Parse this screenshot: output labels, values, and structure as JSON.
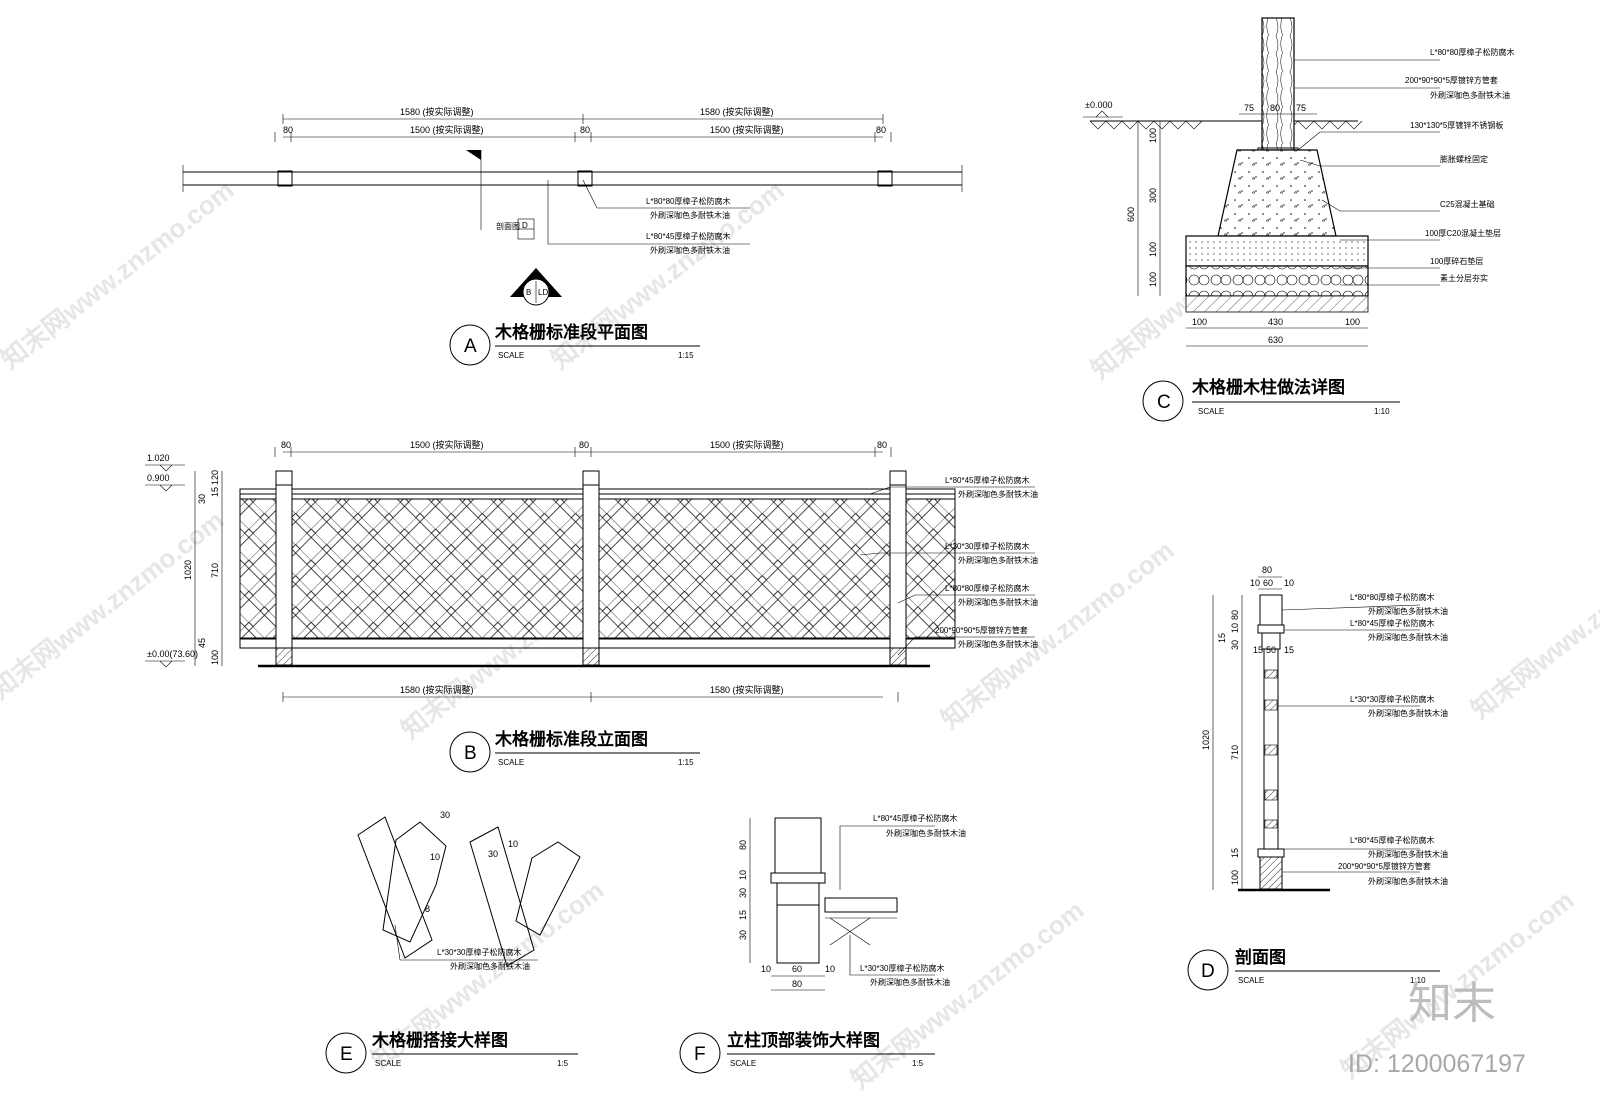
{
  "views": {
    "A": {
      "tag": "A",
      "title": "木格栅标准段平面图",
      "scale_label": "SCALE",
      "scale": "1:15"
    },
    "B": {
      "tag": "B",
      "title": "木格栅标准段立面图",
      "scale_label": "SCALE",
      "scale": "1:15"
    },
    "C": {
      "tag": "C",
      "title": "木格栅木柱做法详图",
      "scale_label": "SCALE",
      "scale": "1:10"
    },
    "D": {
      "tag": "D",
      "title": "剖面图",
      "scale_label": "SCALE",
      "scale": "1:10"
    },
    "E": {
      "tag": "E",
      "title": "木格栅搭接大样图",
      "scale_label": "SCALE",
      "scale": "1:5"
    },
    "F": {
      "tag": "F",
      "title": "立柱顶部装饰大样图",
      "scale_label": "SCALE",
      "scale": "1:5"
    }
  },
  "plan": {
    "dim_1580": "1580 (按实际调整)",
    "dim_1500": "1500 (按实际调整)",
    "dim_80": "80",
    "note1": "L*80*80厚樟子松防腐木",
    "note1b": "外刷深咖色多耐铁木油",
    "note2": "L*80*45厚樟子松防腐木",
    "note2b": "外刷深咖色多耐铁木油",
    "section_ref": "剖面图",
    "section_letter": "D",
    "symbol_left": "B",
    "symbol_right": "LD"
  },
  "elevation": {
    "lvl_top": "1.020",
    "lvl_mid": "0.900",
    "lvl_ground": "±0.00(73.60)",
    "v_dims": [
      "120",
      "15",
      "30",
      "710",
      "45",
      "100"
    ],
    "v_total": "1020",
    "notes": [
      "L*80*45厚樟子松防腐木",
      "外刷深咖色多耐铁木油",
      "L*30*30厚樟子松防腐木",
      "外刷深咖色多耐铁木油",
      "L*80*80厚樟子松防腐木",
      "外刷深咖色多耐铁木油",
      "200*90*90*5厚镀锌方管套",
      "外刷深咖色多耐铁木油"
    ]
  },
  "post_detail": {
    "level": "±0.000",
    "dims_top": [
      "75",
      "80",
      "75"
    ],
    "dims_v": [
      "100",
      "300",
      "600",
      "100",
      "100"
    ],
    "dims_bottom": [
      "100",
      "430",
      "100",
      "630"
    ],
    "notes": [
      "L*80*80厚樟子松防腐木",
      "200*90*90*5厚镀锌方管套",
      "外刷深咖色多耐铁木油",
      "130*130*5厚镀锌不锈钢板",
      "膨胀螺栓固定",
      "C25混凝土基础",
      "100厚C20混凝土垫层",
      "100厚碎石垫层",
      "素土分层夯实"
    ]
  },
  "section": {
    "dims_top": [
      "80",
      "10",
      "60",
      "10"
    ],
    "dims_v": [
      "80",
      "10",
      "15",
      "30",
      "710",
      "15",
      "100"
    ],
    "v_total": "1020",
    "dims_mid": [
      "15",
      "50",
      "15"
    ],
    "notes": [
      "L*80*80厚樟子松防腐木",
      "外刷深咖色多耐铁木油",
      "L*80*45厚樟子松防腐木",
      "外刷深咖色多耐铁木油",
      "L*30*30厚樟子松防腐木",
      "外刷深咖色多耐铁木油",
      "L*80*45厚樟子松防腐木",
      "外刷深咖色多耐铁木油",
      "200*90*90*5厚镀锌方管套",
      "外刷深咖色多耐铁木油"
    ]
  },
  "lap_detail": {
    "note1": "L*30*30厚樟子松防腐木",
    "note2": "外刷深咖色多耐铁木油",
    "dims": [
      "30",
      "10",
      "8",
      "30",
      "10"
    ]
  },
  "cap_detail": {
    "dims_v": [
      "80",
      "10",
      "30",
      "15",
      "30"
    ],
    "dims_h": [
      "10",
      "60",
      "10",
      "80"
    ],
    "notes": [
      "L*80*45厚樟子松防腐木",
      "外刷深咖色多耐铁木油",
      "L*30*30厚樟子松防腐木",
      "外刷深咖色多耐铁木油"
    ]
  },
  "watermark": {
    "text": "知末网www.znzmo.com",
    "brand": "知末",
    "id": "ID: 1200067197"
  }
}
